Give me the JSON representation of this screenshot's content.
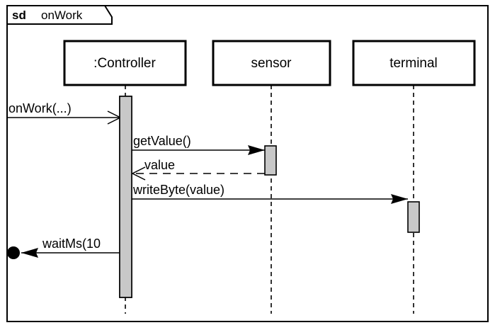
{
  "frame": {
    "keyword": "sd",
    "name": "onWork",
    "border_color": "#000000",
    "background": "#ffffff"
  },
  "lifelines": [
    {
      "id": "controller",
      "label": ":Controller"
    },
    {
      "id": "sensor",
      "label": "sensor"
    },
    {
      "id": "terminal",
      "label": "terminal"
    }
  ],
  "messages": [
    {
      "id": "onwork",
      "label": "onWork(...)",
      "kind": "found-call",
      "arrow": "open",
      "line": "solid",
      "from": "edge",
      "to": "controller"
    },
    {
      "id": "getvalue",
      "label": "getValue()",
      "kind": "call",
      "arrow": "filled",
      "line": "solid",
      "from": "controller",
      "to": "sensor"
    },
    {
      "id": "value",
      "label": "value",
      "kind": "return",
      "arrow": "open",
      "line": "dashed",
      "from": "sensor",
      "to": "controller"
    },
    {
      "id": "writebyte",
      "label": "writeByte(value)",
      "kind": "call",
      "arrow": "filled",
      "line": "solid",
      "from": "controller",
      "to": "terminal"
    },
    {
      "id": "waitms",
      "label": "waitMs(10",
      "kind": "lost-call",
      "arrow": "filled",
      "line": "solid",
      "from": "controller",
      "to": "lost-endpoint"
    }
  ],
  "colors": {
    "activation_fill": "#c8c8c8",
    "stroke": "#000000",
    "box_fill": "#ffffff"
  }
}
